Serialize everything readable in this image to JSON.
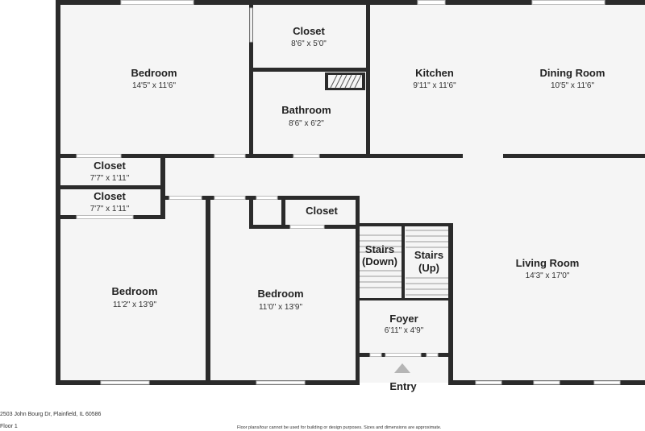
{
  "rooms": [
    {
      "name": "Bedroom",
      "dims": "14'5\" x 11'6\""
    },
    {
      "name": "Closet",
      "dims": "8'6\" x 5'0\""
    },
    {
      "name": "Bathroom",
      "dims": "8'6\" x 6'2\""
    },
    {
      "name": "Kitchen",
      "dims": "9'11\" x 11'6\""
    },
    {
      "name": "Dining Room",
      "dims": "10'5\" x 11'6\""
    },
    {
      "name": "Closet",
      "dims": "7'7\" x 1'11\""
    },
    {
      "name": "Closet",
      "dims": "7'7\" x 1'11\""
    },
    {
      "name": "Closet",
      "dims": ""
    },
    {
      "name": "Stairs",
      "name2": "(Down)",
      "dims": ""
    },
    {
      "name": "Stairs",
      "name2": "(Up)",
      "dims": ""
    },
    {
      "name": "Living Room",
      "dims": "14'3\" x 17'0\""
    },
    {
      "name": "Bedroom",
      "dims": "11'2\" x 13'9\""
    },
    {
      "name": "Bedroom",
      "dims": "11'0\" x 13'9\""
    },
    {
      "name": "Foyer",
      "dims": "6'11\" x 4'9\""
    }
  ],
  "entry": "Entry",
  "footer": {
    "address": "2503 John Bourg Dr, Plainfield, IL 60586",
    "floor": "Floor 1",
    "disclaimer": "Floor plans/tour cannot be used for building or design purposes. Sizes and dimensions are approximate."
  },
  "colors": {
    "wall": "#2b2b2b",
    "floor": "#f5f5f5",
    "window": "#cfcfcf"
  }
}
